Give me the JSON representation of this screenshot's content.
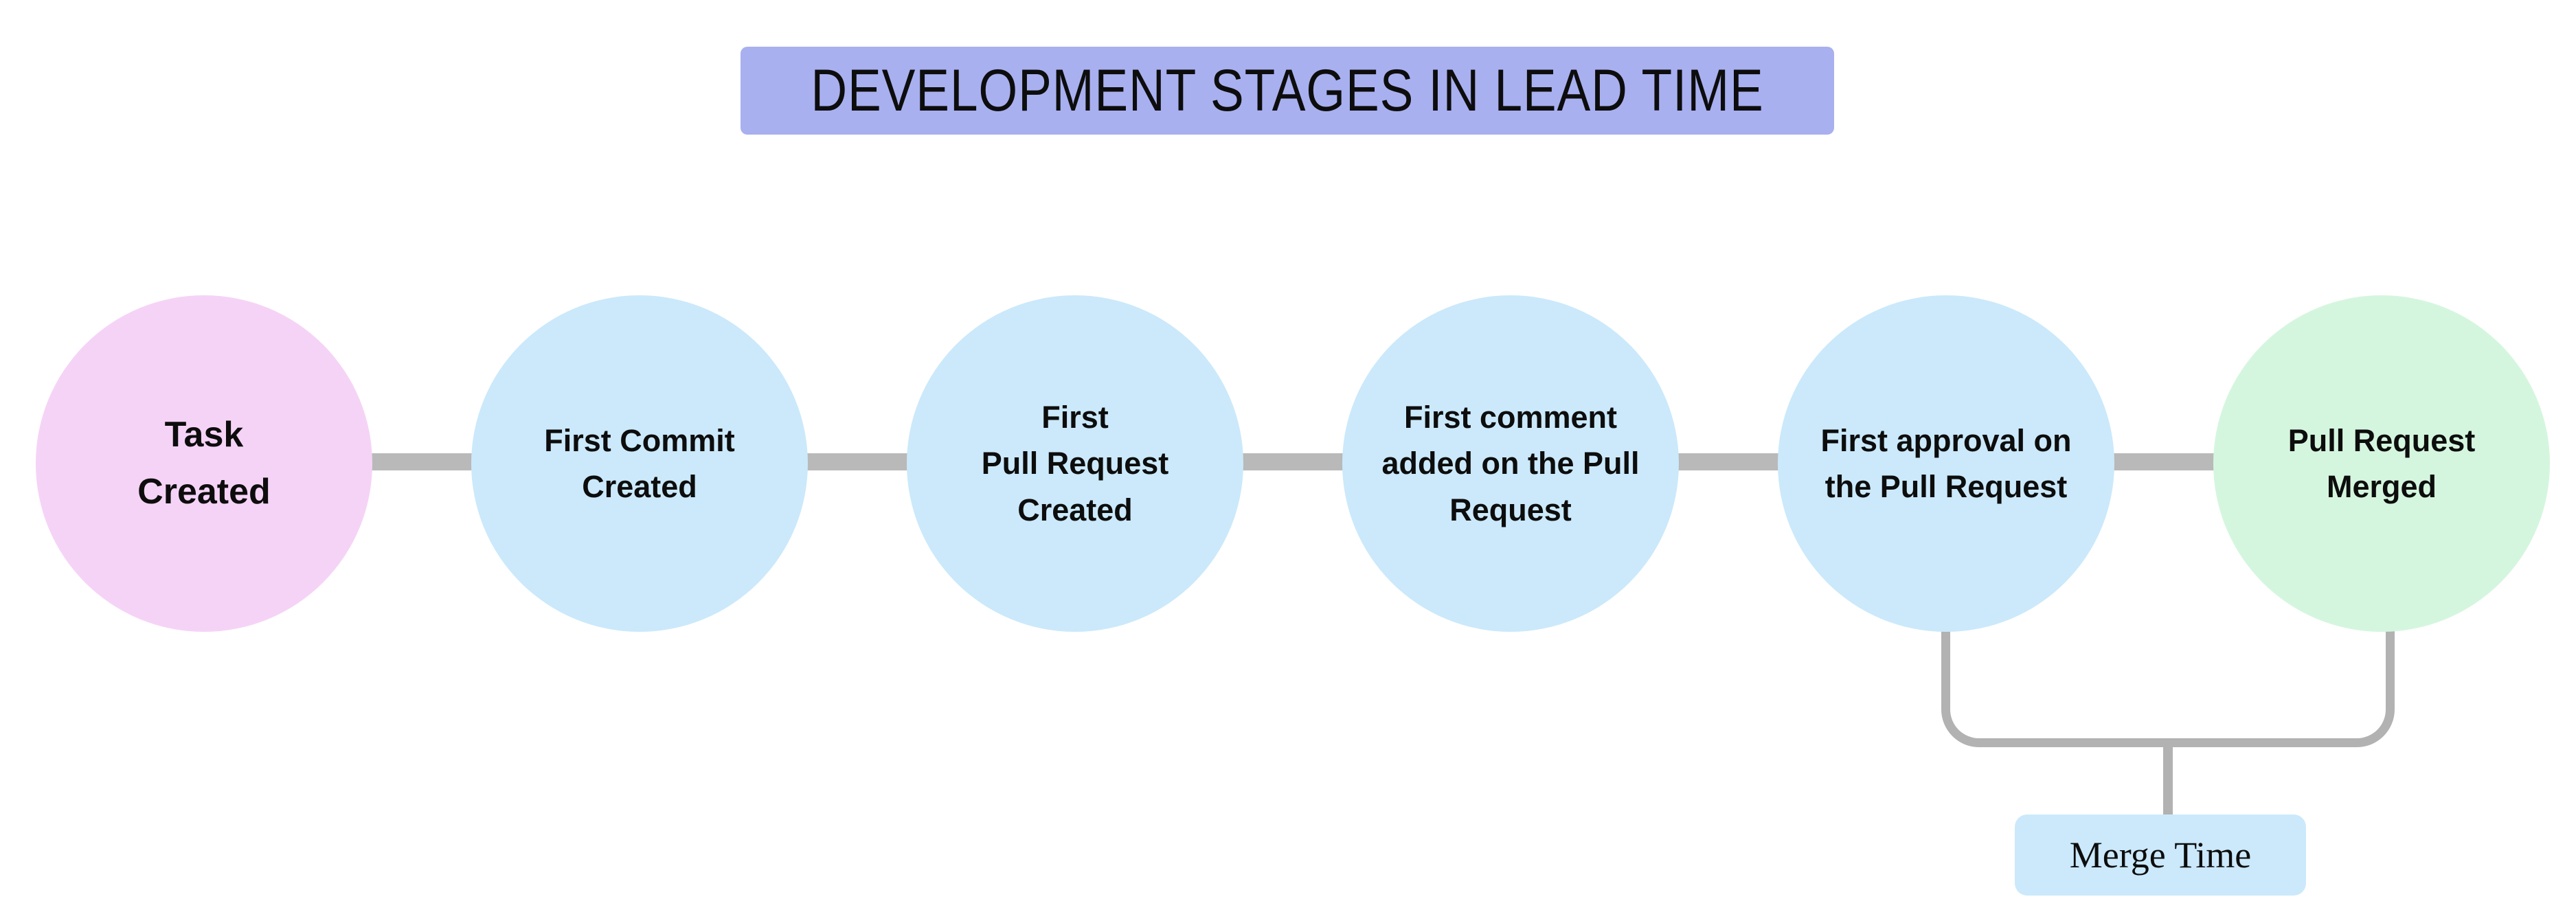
{
  "title": {
    "text": "DEVELOPMENT STAGES IN LEAD TIME",
    "background": "#a8b0f0"
  },
  "stages": [
    {
      "label": "Task\nCreated",
      "color": "#f5d3f6"
    },
    {
      "label": "First Commit\nCreated",
      "color": "#cbe9fb"
    },
    {
      "label": "First\nPull Request\nCreated",
      "color": "#cbe9fb"
    },
    {
      "label": "First comment\nadded on the Pull\nRequest",
      "color": "#cbe9fb"
    },
    {
      "label": "First approval on\nthe Pull Request",
      "color": "#cbe9fb"
    },
    {
      "label": "Pull Request\nMerged",
      "color": "#d5f6de"
    }
  ],
  "connector": {
    "color": "#b9b9b9"
  },
  "bracket": {
    "color": "#b2b2b2"
  },
  "annotation": {
    "label": "Merge Time",
    "background": "#cbe9fb"
  }
}
